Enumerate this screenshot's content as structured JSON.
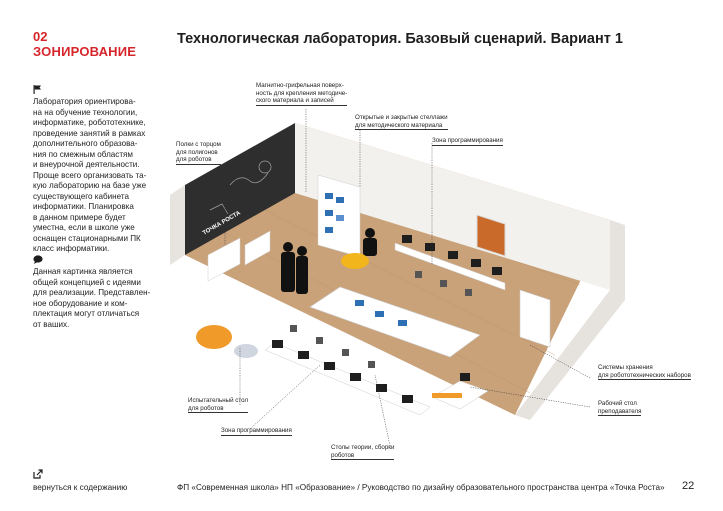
{
  "section": {
    "number": "02",
    "title": "ЗОНИРОВАНИЕ"
  },
  "page_title": "Технологическая лаборатория. Базовый сценарий. Вариант 1",
  "sidebar": {
    "block1_lines": [
      "Лаборатория ориентирова-",
      "на на обучение технологии,",
      "информатике, робототехнике,",
      "проведение занятий в рамках",
      "дополнительного образова-",
      "ния по смежным областям",
      "и внеурочной деятельности.",
      "Проще всего организовать та-",
      "кую лабораторию на базе уже",
      "существующего кабинета",
      "информатики. Планировка",
      "в данном примере будет",
      "уместна, если в школе уже",
      "оснащен стационарными ПК",
      "класс информатики."
    ],
    "block2_lines": [
      "Данная картинка является",
      "общей концепцией с идеями",
      "для реализации. Представлен-",
      "ное оборудование и ком-",
      "плектация могут отличаться",
      "от ваших."
    ]
  },
  "annotations": {
    "board": [
      "Магнитно-грифельная поверх-",
      "ность для крепления методиче-",
      "ского материала и записей"
    ],
    "shelves_open": [
      "Открытые и закрытые стеллажи",
      "для методического материала"
    ],
    "shelves_poly": [
      "Полки с торцом",
      "для полигонов",
      "для роботов"
    ],
    "zone_prog_top": [
      "Зона программирования"
    ],
    "storage": [
      "Системы хранения",
      "для робототехнических наборов"
    ],
    "teacher": [
      "Рабочий стол",
      "преподавателя"
    ],
    "test_table": [
      "Испытательный стол",
      "для роботов"
    ],
    "zone_prog_bottom": [
      "Зона программирования"
    ],
    "theory": [
      "Столы теории, сборки",
      "роботов"
    ]
  },
  "illustration": {
    "wall_sign": "ТОЧКА РОСТА"
  },
  "footer": {
    "back_link": "вернуться к содержанию",
    "source": "ФП «Современная школа» НП «Образование» / Руководство по дизайну образовательного пространства центра «Точка Роста»",
    "page_number": "22"
  },
  "colors": {
    "accent": "#d6262b",
    "floor": "#c9a27a",
    "wall_dark": "#2b2b2b",
    "orange": "#f09a2a"
  }
}
